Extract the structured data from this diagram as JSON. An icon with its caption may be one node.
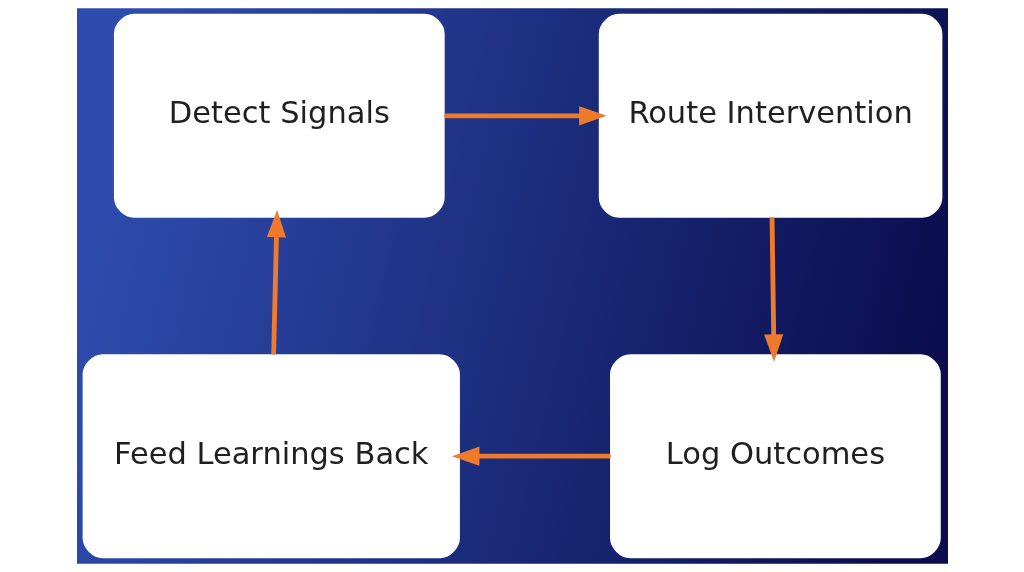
{
  "diagram": {
    "nodes": [
      {
        "text": [
          "Detect Signals"
        ]
      },
      {
        "text": [
          "Route Intervention"
        ]
      },
      {
        "text": [
          "Log Outcomes"
        ]
      },
      {
        "text": [
          "Feed Learnings Back"
        ]
      }
    ],
    "edges": [
      {
        "from": 0,
        "to": 1,
        "arrow": "to"
      },
      {
        "from": 1,
        "to": 2,
        "arrow": "to"
      },
      {
        "from": 2,
        "to": 3,
        "arrow": "to"
      },
      {
        "from": 3,
        "to": 0,
        "arrow": "to"
      }
    ]
  }
}
